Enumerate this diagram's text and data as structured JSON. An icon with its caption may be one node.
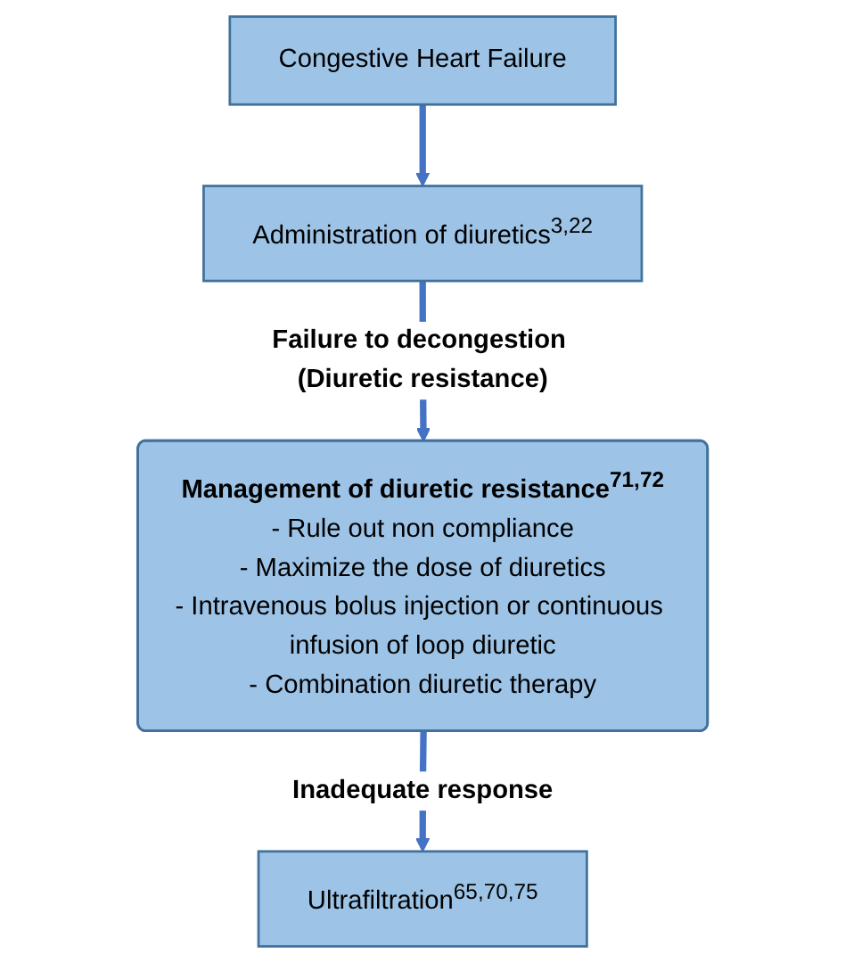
{
  "diagram": {
    "nodes": [
      {
        "text": [
          "Congestive Heart Failure"
        ]
      },
      {
        "text": [
          "Administration of diuretics$^{3,22}$"
        ]
      },
      {
        "text": [
          "Management of diuretic resistance$^{71,72}$",
          "- Rule out non compliance",
          "- Maximize the dose of diuretics",
          "- Intravenous bolus injection or continuous infusion of loop diuretic",
          "- Combination diuretic therapy"
        ]
      },
      {
        "text": [
          "Ultrafiltration$^{65,70,75}$"
        ]
      }
    ],
    "edges": [
      {
        "from": 0,
        "to": 1,
        "arrow": "to"
      },
      {
        "from": 1,
        "to": 2,
        "arrow": "to",
        "label": "Failure to decongestion (Diuretic resistance)"
      },
      {
        "from": 2,
        "to": 3,
        "arrow": "to",
        "label": "Inadequate response"
      }
    ]
  }
}
